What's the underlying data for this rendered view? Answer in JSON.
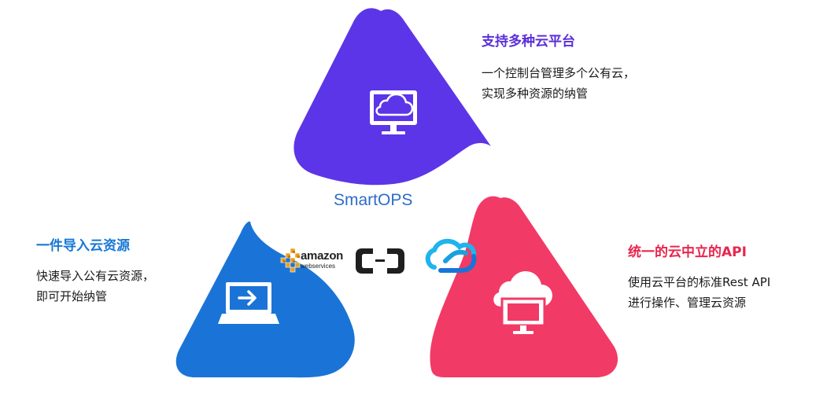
{
  "colors": {
    "purple": "#5c35e8",
    "blue": "#1a74d7",
    "pink": "#f23a66",
    "center_label": "#2d6cc8",
    "title_purple": "#5b2fd8",
    "title_blue": "#1678d4",
    "title_pink": "#e8264e"
  },
  "center": {
    "label": "SmartOPS"
  },
  "sections": {
    "top": {
      "title": "支持多种云平台",
      "lines": [
        "一个控制台管理多个公有云，",
        "实现多种资源的纳管"
      ],
      "icon": "cloud-monitor-icon"
    },
    "left": {
      "title": "一件导入云资源",
      "lines": [
        "快速导入公有云资源，",
        "即可开始纳管"
      ],
      "icon": "import-laptop-icon"
    },
    "right": {
      "title": "统一的云中立的API",
      "lines": [
        "使用云平台的标准Rest API",
        "进行操作、管理云资源"
      ],
      "icon": "cloud-server-monitor-icon"
    }
  },
  "logos": {
    "aws": {
      "line1": "amazon",
      "line2": "webservices"
    },
    "aliyun": "aliyun-logo-icon",
    "tencent": "tencent-cloud-logo-icon"
  }
}
